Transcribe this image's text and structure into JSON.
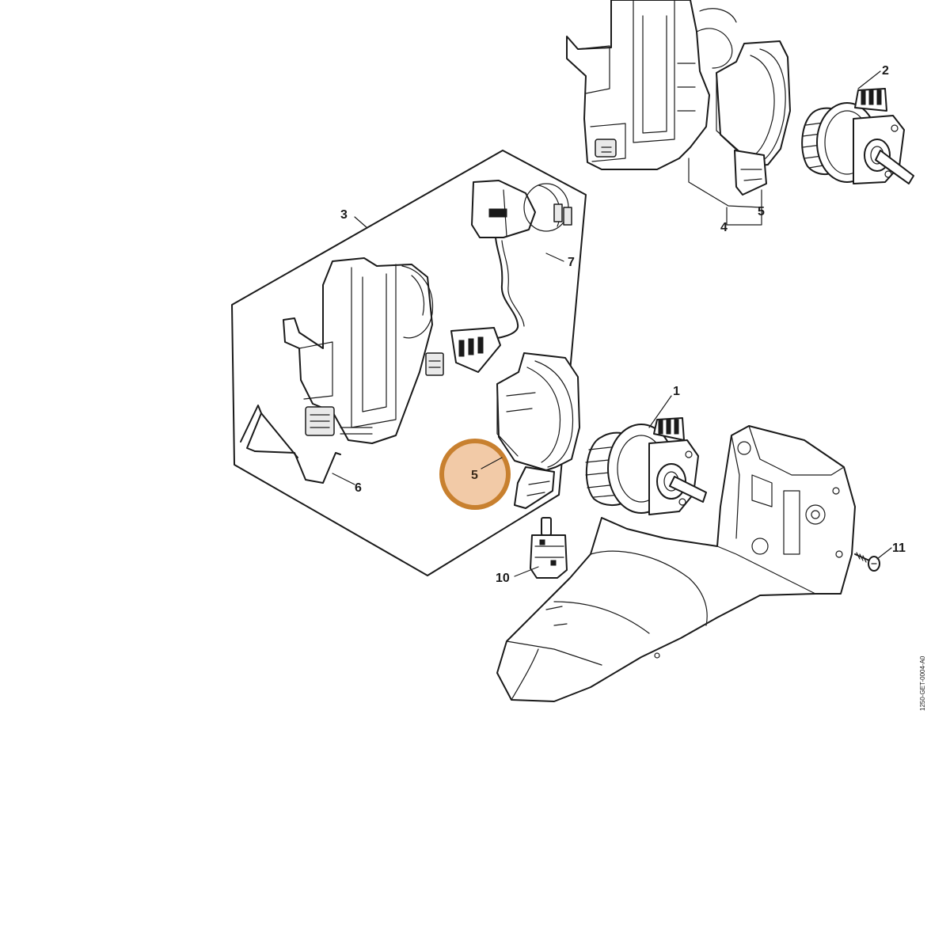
{
  "callouts": {
    "c1": "1",
    "c2": "2",
    "c3": "3",
    "c4": "4",
    "c5_top": "5",
    "c5_highlight": "5",
    "c6": "6",
    "c7": "7",
    "c10": "10",
    "c11": "11"
  },
  "drawing_code": "1250-GET-0004-A0",
  "colors": {
    "highlight_fill": "#f2caa7",
    "highlight_stroke": "#c8802f",
    "line": "#1a1a1a"
  }
}
